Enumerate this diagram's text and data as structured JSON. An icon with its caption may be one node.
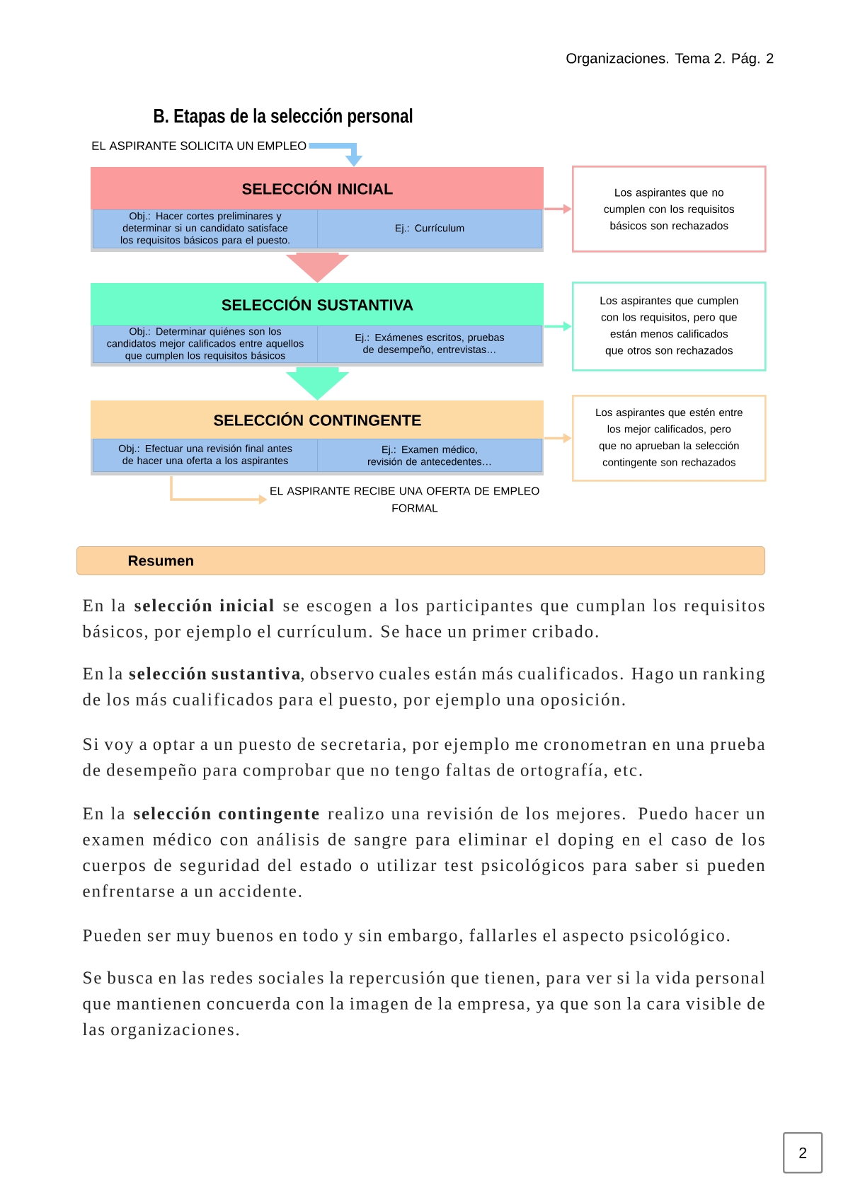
{
  "diagram": {
    "title": "B. Etapas de la selección personal",
    "nodes": [
      {
        "text": [
          "EL ASPIRANTE SOLICITA UN EMPLEO"
        ]
      },
      {
        "text": [
          "SELECCIÓN INICIAL"
        ]
      },
      {
        "text": [
          "Obj.: Hacer cortes preliminares y determinar si un candidato satisface los requisitos básicos para el puesto."
        ],
        "in": 1
      },
      {
        "text": [
          "Ej.: Currículum"
        ],
        "in": 1
      },
      {
        "text": [
          "Los aspirantes que no cumplen con los requisitos básicos son rechazados"
        ]
      },
      {
        "text": [
          "SELECCIÓN SUSTANTIVA"
        ]
      },
      {
        "text": [
          "Obj.: Determinar quiénes son los candidatos mejor calificados entre aquellos que cumplen los requisitos básicos"
        ],
        "in": 5
      },
      {
        "text": [
          "Ej.: Exámenes escritos, pruebas de desempeño, entrevistas…"
        ],
        "in": 5
      },
      {
        "text": [
          "Los aspirantes que cumplen con los requisitos, pero que están menos calificados que otros son rechazados"
        ]
      },
      {
        "text": [
          "SELECCIÓN CONTINGENTE"
        ]
      },
      {
        "text": [
          "Obj.: Efectuar una revisión final antes de hacer una oferta a los aspirantes"
        ],
        "in": 9
      },
      {
        "text": [
          "Ej.: Examen médico, revisión de antecedentes…"
        ],
        "in": 9
      },
      {
        "text": [
          "Los aspirantes que estén entre los mejor calificados, pero que no aprueban la selección contingente son rechazados"
        ]
      },
      {
        "text": [
          "EL ASPIRANTE RECIBE UNA OFERTA DE EMPLEO FORMAL"
        ]
      },
      {
        "text": [
          "Resumen"
        ]
      },
      {
        "text": [
          "2"
        ]
      }
    ],
    "edges": [
      {
        "from": 0,
        "to": 1,
        "arrow": "to",
        "style": "thick",
        "color": "#8cc8f5"
      },
      {
        "from": 1,
        "to": 5,
        "arrow": "to",
        "style": "thick",
        "color": "#f7a2a2"
      },
      {
        "from": 5,
        "to": 9,
        "arrow": "to",
        "style": "thick",
        "color": "#6cfdcb"
      },
      {
        "from": 1,
        "to": 4,
        "arrow": "to",
        "color": "#f7a2a2"
      },
      {
        "from": 5,
        "to": 8,
        "arrow": "to",
        "color": "#6cfdcb"
      },
      {
        "from": 9,
        "to": 12,
        "arrow": "to",
        "color": "#fcd09a"
      },
      {
        "from": 9,
        "to": 13,
        "arrow": "to",
        "color": "#fcd09a"
      }
    ],
    "labels": [
      "Organizaciones. Tema 2. Pág. 2",
      "En la **selección inicial** se escogen a los participantes que cumplan los requisitos básicos, por ejemplo el currículum. Se hace un primer cribado.",
      "En la **selección sustantiva**, observo cuales están más cualificados. Hago un ranking de los más cualificados para el puesto, por ejemplo una oposición.",
      "Si voy a optar a un puesto de secretaria, por ejemplo me cronometran en una prueba de desempeño para comprobar que no tengo faltas de ortografía, etc.",
      "En la **selección contingente** realizo una revisión de los mejores. Puedo hacer un examen médico con análisis de sangre para eliminar el doping en el caso de los cuerpos de seguridad del estado o utilizar test psicológicos para saber si pueden enfrentarse a un accidente.",
      "Pueden ser muy buenos en todo y sin embargo, fallarles el aspecto psicológico.",
      "Se busca en las redes sociales la repercusión que tienen, para ver si la vida personal que mantienen concuerda con la imagen de la empresa, ya que son la cara visible de las organizaciones."
    ]
  }
}
